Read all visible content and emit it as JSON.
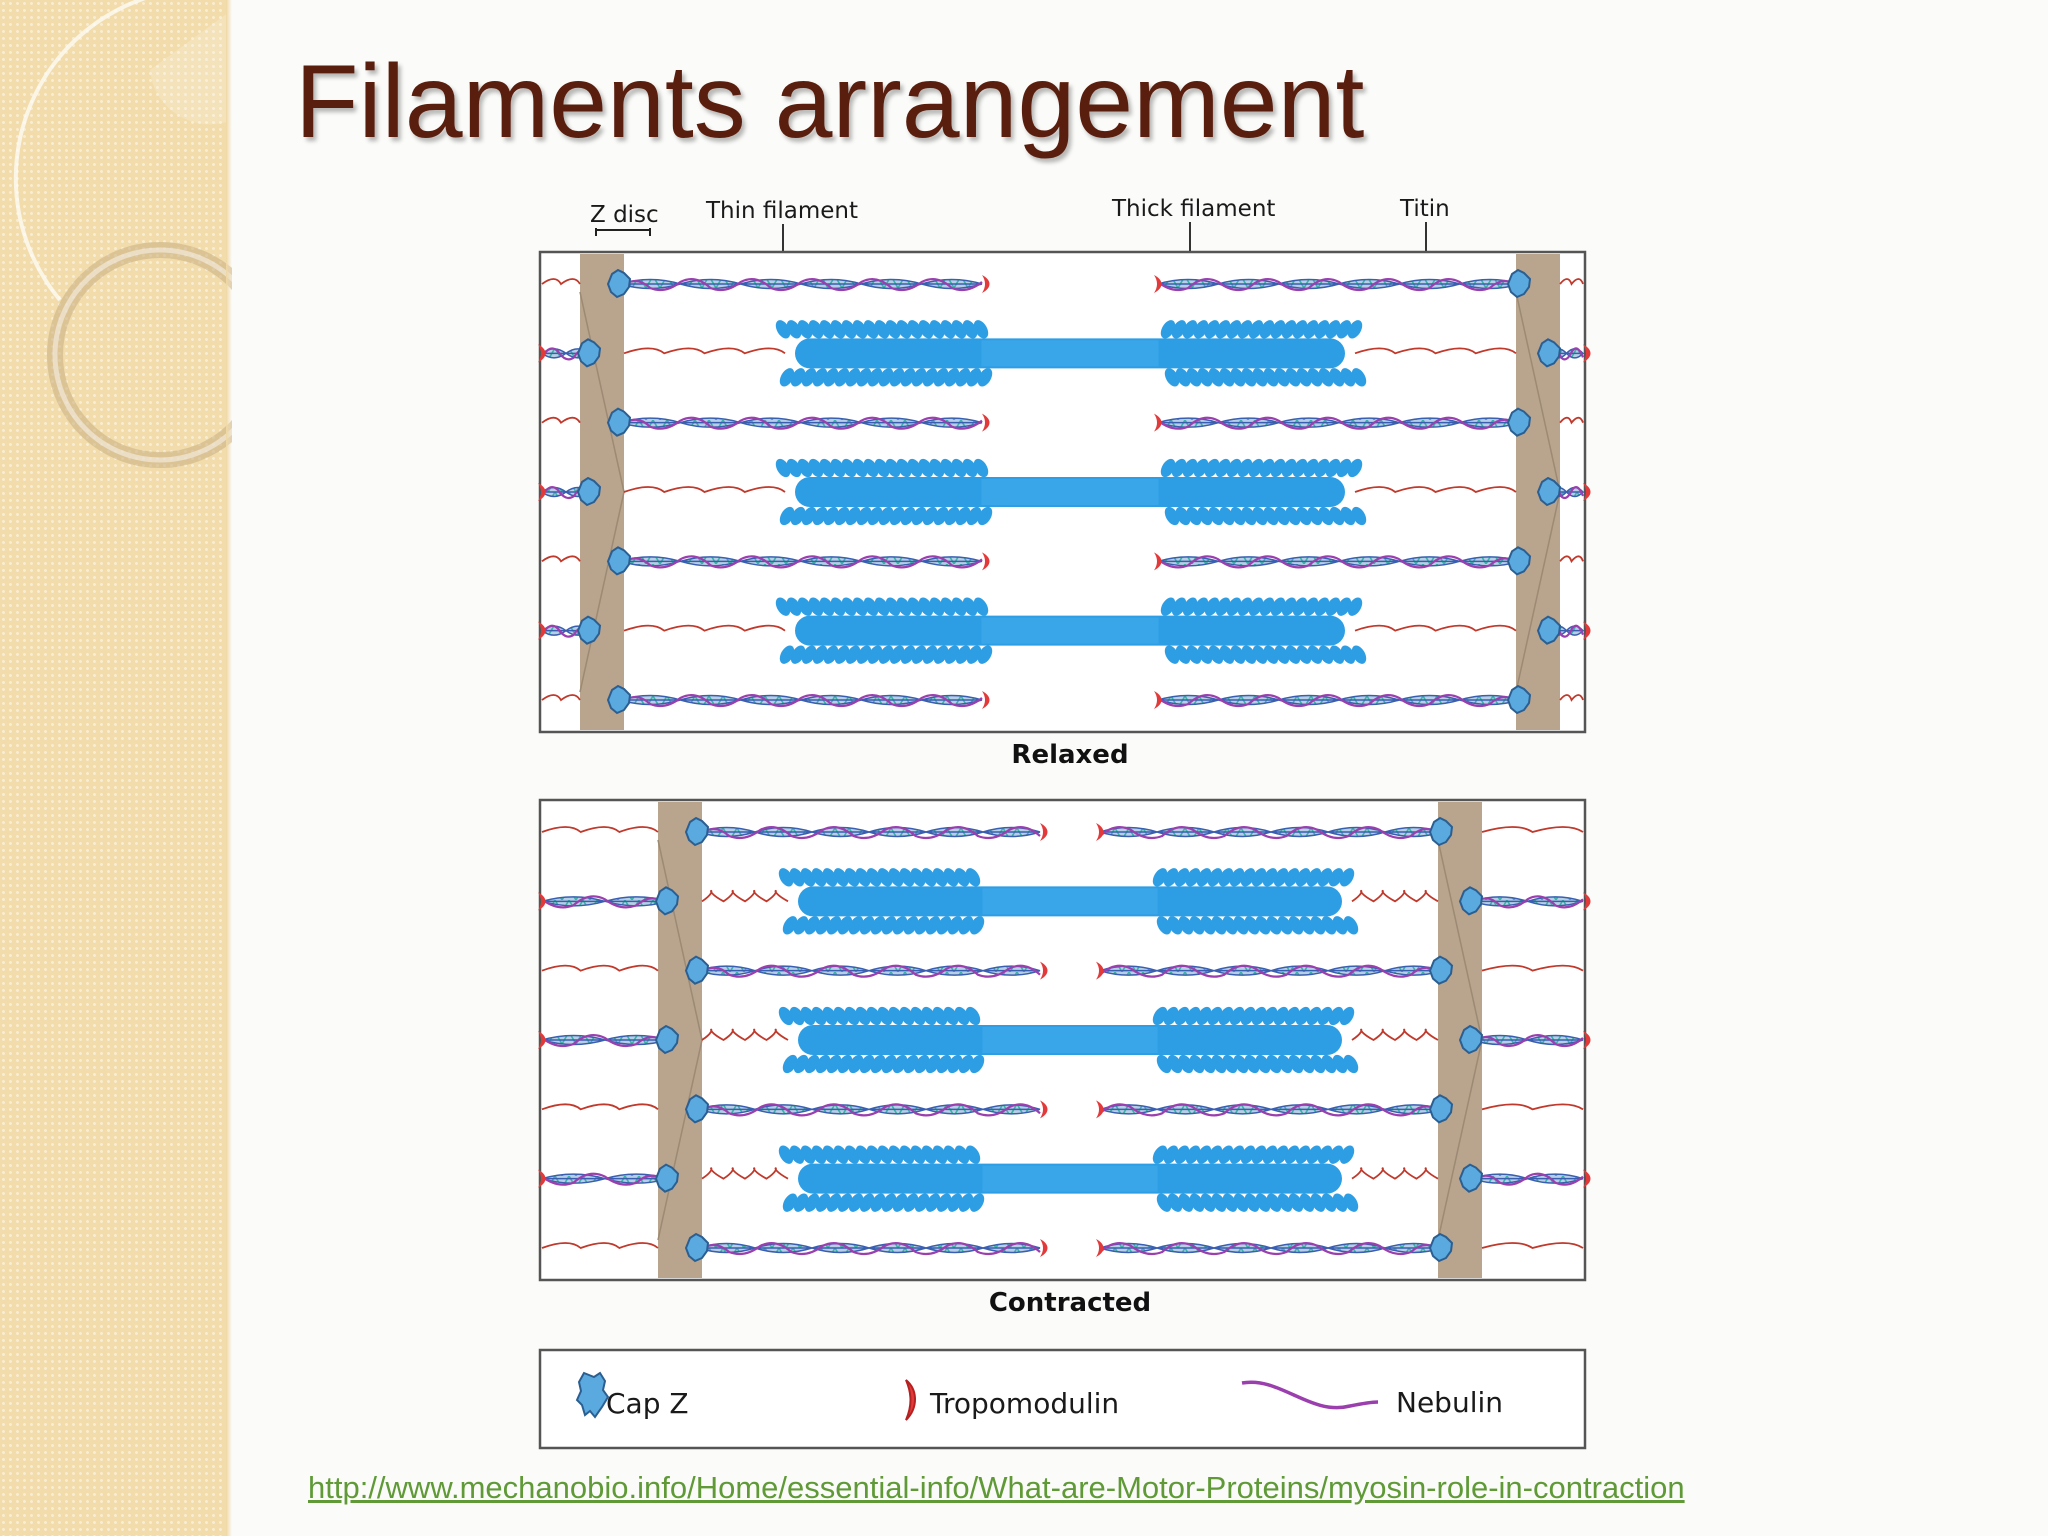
{
  "slide": {
    "title": "Filaments arrangement",
    "source_url": "http://www.mechanobio.info/Home/essential-info/What-are-Motor-Proteins/myosin-role-in-contraction"
  },
  "figure": {
    "top_labels": {
      "z_disc": "Z disc",
      "thin_filament": "Thin filament",
      "thick_filament": "Thick filament",
      "titin": "Titin"
    },
    "panels": [
      {
        "caption": "Relaxed"
      },
      {
        "caption": "Contracted"
      }
    ],
    "legend": [
      {
        "icon": "cap-z-icon",
        "label": "Cap Z"
      },
      {
        "icon": "tropomodulin-icon",
        "label": "Tropomodulin"
      },
      {
        "icon": "nebulin-icon",
        "label": "Nebulin"
      }
    ],
    "colors": {
      "sidebar": "#f2dcab",
      "title": "#5a1e0e",
      "thick_filament": "#2e9ee4",
      "cap_z": "#5aa9df",
      "tropomodulin": "#e23a3a",
      "nebulin": "#9b3fae",
      "titin": "#c0392b",
      "z_disc": "#b9a48d",
      "link": "#5f9a37"
    }
  }
}
